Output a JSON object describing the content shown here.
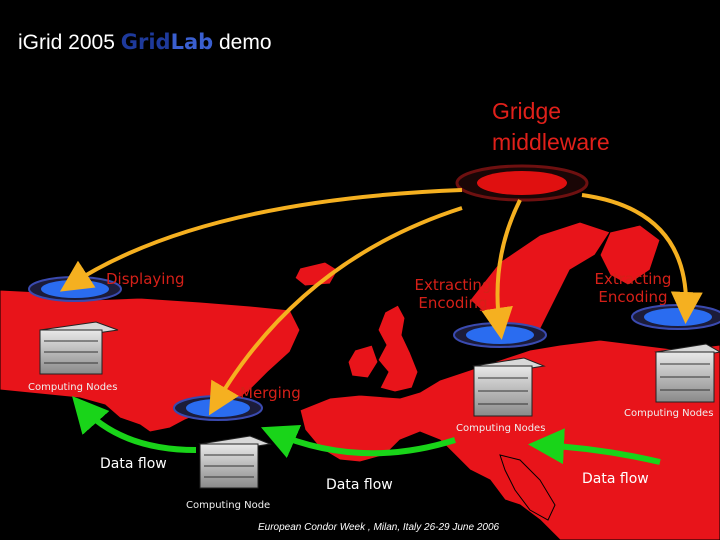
{
  "title": {
    "prefix": "iGrid 2005 ",
    "brand_part1": "Grid",
    "brand_part2": "Lab",
    "suffix": " demo"
  },
  "gridge": {
    "line1": "Gridge",
    "line2": "middleware"
  },
  "labels": {
    "displaying": "Displaying",
    "extracting1_line1": "Extracting",
    "extracting1_line2": "Encoding",
    "extracting2_line1": "Extracting",
    "extracting2_line2": "Encoding",
    "merging": "Merging"
  },
  "nodes": {
    "left": "Computing Nodes",
    "center": "Computing Nodes",
    "right": "Computing Nodes",
    "bottom": "Computing Node"
  },
  "flows": {
    "left": "Data flow",
    "center": "Data flow",
    "right": "Data flow"
  },
  "footer": "European Condor Week , Milan, Italy 26-29 June 2006",
  "colors": {
    "background": "#000000",
    "map": "#e8141a",
    "arrow_data": "#19d419",
    "arrow_control": "#f5b020",
    "label": "#d52018",
    "disc_blue": "#2a6cf0",
    "disc_red": "#e01010"
  }
}
